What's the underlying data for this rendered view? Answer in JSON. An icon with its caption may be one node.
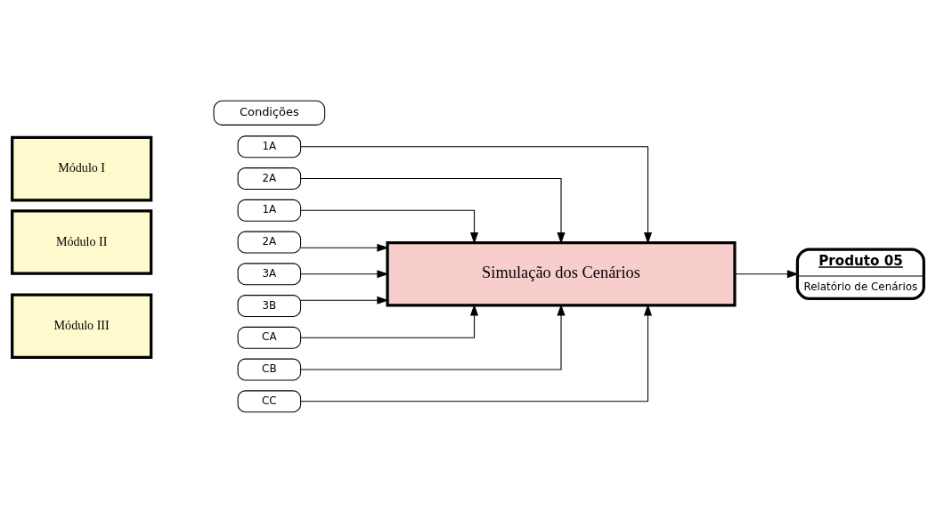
{
  "diagram": {
    "nodes": [
      {
        "text": [
          "Condições"
        ]
      },
      {
        "text": [
          "Módulo I"
        ]
      },
      {
        "text": [
          "1A"
        ]
      },
      {
        "text": [
          "2A"
        ]
      },
      {
        "text": [
          "Módulo II"
        ]
      },
      {
        "text": [
          "1A"
        ]
      },
      {
        "text": [
          "2A"
        ]
      },
      {
        "text": [
          "Módulo III"
        ]
      },
      {
        "text": [
          "3A"
        ]
      },
      {
        "text": [
          "3B"
        ]
      },
      {
        "text": [
          "CA"
        ]
      },
      {
        "text": [
          "CB"
        ]
      },
      {
        "text": [
          "CC"
        ]
      },
      {
        "text": [
          "Simulação dos Cenários"
        ]
      },
      {
        "text": [
          "Produto 05",
          "Relatório de Cenários"
        ]
      }
    ],
    "edges": [
      {
        "from": 2,
        "to": 13,
        "arrow": "to"
      },
      {
        "from": 3,
        "to": 13,
        "arrow": "to"
      },
      {
        "from": 5,
        "to": 13,
        "arrow": "to"
      },
      {
        "from": 6,
        "to": 13,
        "arrow": "to"
      },
      {
        "from": 8,
        "to": 13,
        "arrow": "to"
      },
      {
        "from": 9,
        "to": 13,
        "arrow": "to"
      },
      {
        "from": 10,
        "to": 13,
        "arrow": "to"
      },
      {
        "from": 11,
        "to": 13,
        "arrow": "to"
      },
      {
        "from": 12,
        "to": 13,
        "arrow": "to"
      },
      {
        "from": 13,
        "to": 14,
        "arrow": "to"
      }
    ]
  }
}
